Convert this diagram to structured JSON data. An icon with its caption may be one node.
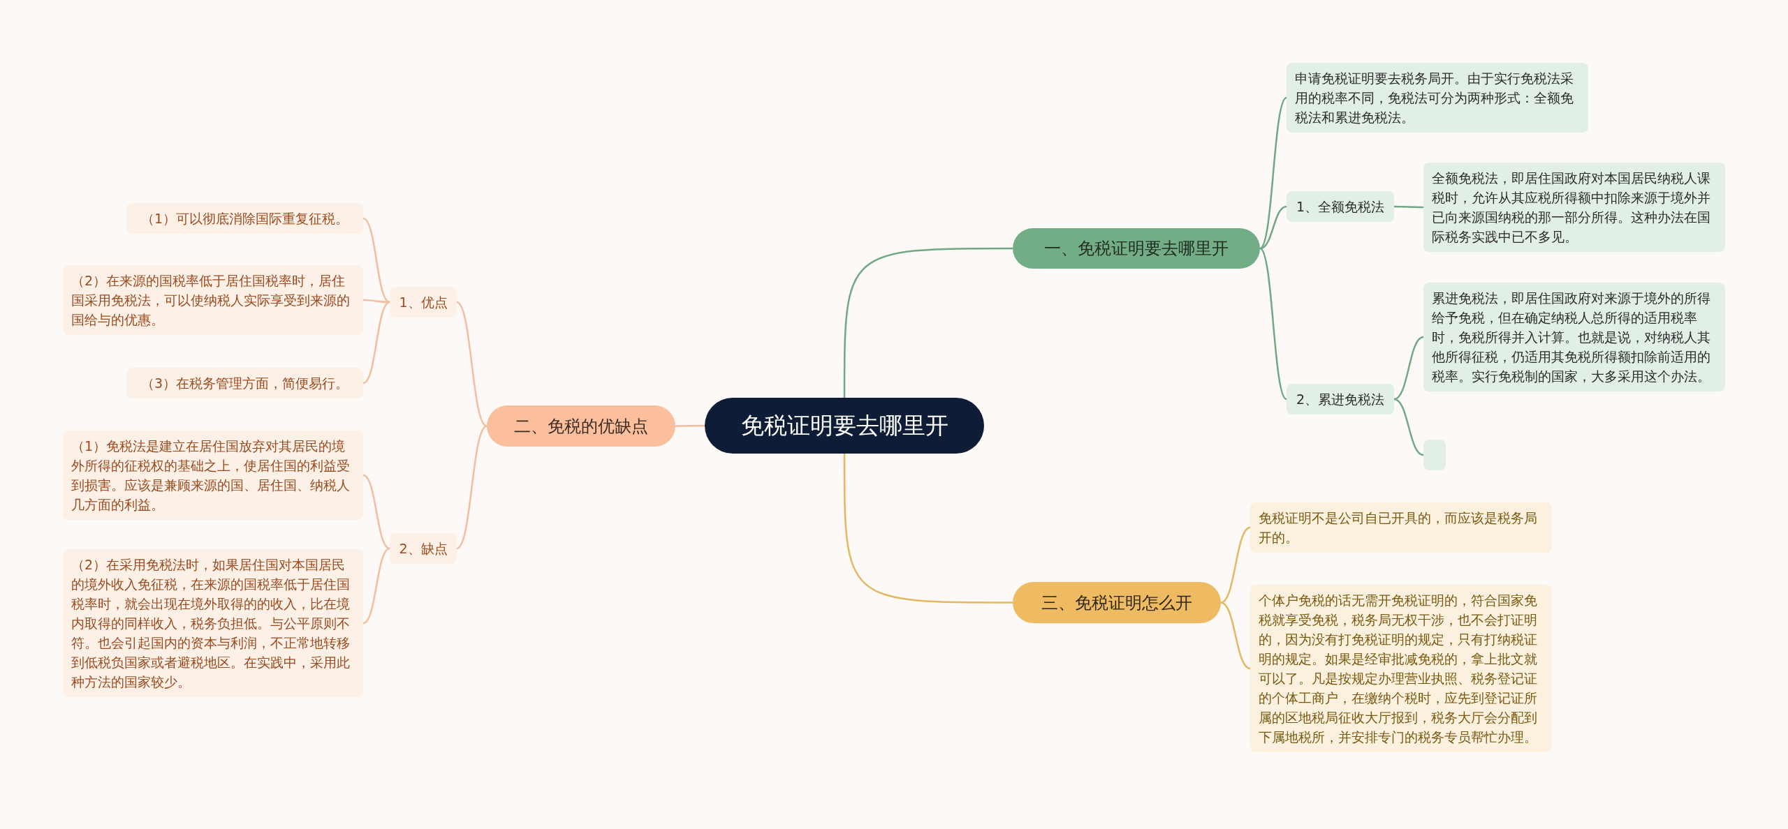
{
  "diagram": {
    "nodes": [
      {
        "text": [
          "免税证明要去哪里开"
        ]
      },
      {
        "text": [
          "一、免税证明要去哪里开"
        ]
      },
      {
        "text": [
          "申请免税证明要去税务局开。由于实行免税法采用的税率不同，免税法可分为两种形式：全额免税法和累进免税法。"
        ]
      },
      {
        "text": [
          "1、全额免税法"
        ]
      },
      {
        "text": [
          "全额免税法，即居住国政府对本国居民纳税人课税时，允许从其应税所得额中扣除来源于境外并已向来源国纳税的那一部分所得。这种办法在国际税务实践中已不多见。"
        ]
      },
      {
        "text": [
          "2、累进免税法"
        ]
      },
      {
        "text": [
          "累进免税法，即居住国政府对来源于境外的所得给予免税，但在确定纳税人总所得的适用税率时，免税所得并入计算。也就是说，对纳税人其他所得征税，仍适用其免税所得额扣除前适用的税率。实行免税制的国家，大多采用这个办法。"
        ]
      },
      {
        "text": [],
        "shape": "box"
      },
      {
        "text": [
          "二、免税的优缺点"
        ]
      },
      {
        "text": [
          "1、优点"
        ]
      },
      {
        "text": [
          "（1）可以彻底消除国际重复征税。"
        ]
      },
      {
        "text": [
          "（2）在来源的国税率低于居住国税率时，居住国采用免税法，可以使纳税人实际享受到来源的国给与的优惠。"
        ]
      },
      {
        "text": [
          "（3）在税务管理方面，简便易行。"
        ]
      },
      {
        "text": [
          "2、缺点"
        ]
      },
      {
        "text": [
          "（1）免税法是建立在居住国放弃对其居民的境外所得的征税权的基础之上，使居住国的利益受到损害。应该是兼顾来源的国、居住国、纳税人几方面的利益。"
        ]
      },
      {
        "text": [
          "（2）在采用免税法时，如果居住国对本国居民的境外收入免征税，在来源的国税率低于居住国税率时，就会出现在境外取得的的收入，比在境内取得的同样收入，税务负担低。与公平原则不符。也会引起国内的资本与利润，不正常地转移到低税负国家或者避税地区。在实践中，采用此种方法的国家较少。"
        ]
      },
      {
        "text": [
          "三、免税证明怎么开"
        ]
      },
      {
        "text": [
          "免税证明不是公司自已开具的，而应该是税务局开的。"
        ]
      },
      {
        "text": [
          "个体户免税的话无需开免税证明的，符合国家免税就享受免税，税务局无权干涉，也不会打证明的，因为没有打免税证明的规定，只有打纳税证明的规定。如果是经审批减免税的，拿上批文就可以了。凡是按规定办理营业执照、税务登记证的个体工商户，在缴纳个税时，应先到登记证所属的区地税局征收大厅报到，税务大厅会分配到下属地税所，并安排专门的税务专员帮忙办理。"
        ]
      }
    ],
    "edges": [
      {
        "from": 0,
        "to": 1,
        "arrow": "none",
        "color": "#72a886"
      },
      {
        "from": 1,
        "to": 2,
        "arrow": "none",
        "color": "#72a886"
      },
      {
        "from": 1,
        "to": 3,
        "arrow": "none",
        "color": "#72a886"
      },
      {
        "from": 1,
        "to": 5,
        "arrow": "none",
        "color": "#72a886"
      },
      {
        "from": 3,
        "to": 4,
        "arrow": "none",
        "color": "#72a886"
      },
      {
        "from": 5,
        "to": 6,
        "arrow": "none",
        "color": "#72a886"
      },
      {
        "from": 5,
        "to": 7,
        "arrow": "none",
        "color": "#72a886"
      },
      {
        "from": 0,
        "to": 8,
        "arrow": "none"
      },
      {
        "from": 8,
        "to": 9,
        "arrow": "none"
      },
      {
        "from": 8,
        "to": 13,
        "arrow": "none"
      },
      {
        "from": 9,
        "to": 10,
        "arrow": "none"
      },
      {
        "from": 9,
        "to": 11,
        "arrow": "none"
      },
      {
        "from": 9,
        "to": 12,
        "arrow": "none"
      },
      {
        "from": 13,
        "to": 14,
        "arrow": "none"
      },
      {
        "from": 13,
        "to": 15,
        "arrow": "none"
      },
      {
        "from": 0,
        "to": 16,
        "arrow": "none",
        "color": "#e2b860"
      },
      {
        "from": 16,
        "to": 17,
        "arrow": "none",
        "color": "#e2b860"
      },
      {
        "from": 16,
        "to": 18,
        "arrow": "none",
        "color": "#e2b860"
      }
    ]
  }
}
